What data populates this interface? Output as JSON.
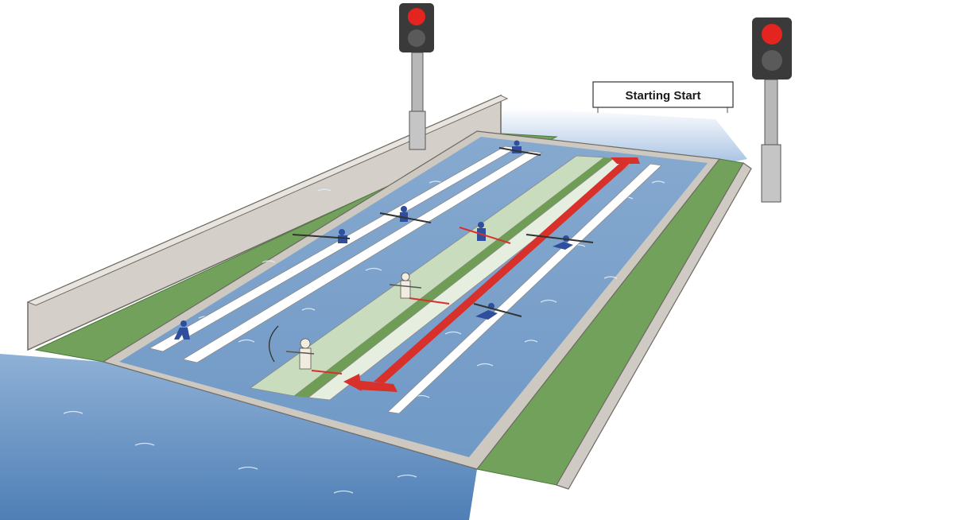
{
  "sign": {
    "label": "Starting Start"
  },
  "traffic_lights": [
    {
      "name": "left",
      "state": "red"
    },
    {
      "name": "right",
      "state": "red"
    }
  ],
  "colors": {
    "water": "#7fa6cf",
    "water_deep": "#5f8dc0",
    "grass": "#6fa05a",
    "wall": "#cfcac3",
    "lane_line": "#ffffff",
    "red_arrow": "#d8302b",
    "light_red": "#e3241f",
    "light_off": "#555555",
    "athlete": "#2f4f9e"
  }
}
